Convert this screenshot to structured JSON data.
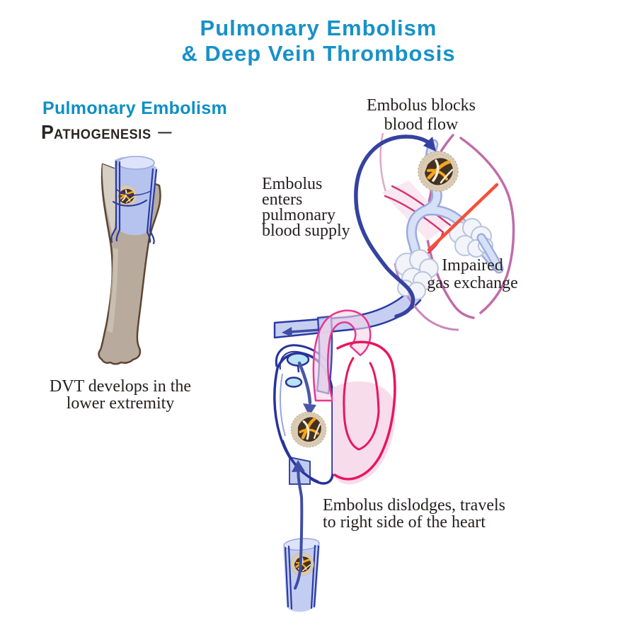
{
  "title": {
    "lines": [
      "Pulmonary Embolism",
      "& Deep Vein Thrombosis"
    ]
  },
  "section": {
    "heading": "Pulmonary Embolism",
    "subheading_initial": "P",
    "subheading_rest": "ATHOGENESIS",
    "subheading_dash": "—"
  },
  "labels": {
    "dvt": [
      "DVT develops in the",
      "lower extremity"
    ],
    "blocks": [
      "Embolus blocks",
      "blood flow"
    ],
    "enters": [
      "Embolus",
      "enters",
      "pulmonary",
      "blood supply"
    ],
    "impaired": [
      "Impaired",
      "gas exchange"
    ],
    "dislodges": [
      "Embolus dislodges, travels",
      "to right side of the heart"
    ]
  },
  "icons": {
    "embolus": "blood-clot-circle",
    "blocked_exchange": "red-slash",
    "flow_direction": "blue-arrow"
  },
  "colors": {
    "title_teal": "#1791c8",
    "heading_teal": "#0e8fc5",
    "text_dark": "#262020",
    "skin": "#b8aa9c",
    "skin_outline": "#5c4632",
    "vein_fill": "#b6c3ee",
    "vein_wall_blue": "#2b3aa3",
    "artery_dark_blue": "#35429f",
    "lung_outline_pink": "#c06ca9",
    "crimson": "#e8155f",
    "pale_pink": "#f7dcec",
    "alveoli_fill": "#f2f4fa",
    "red_slash": "#f4503a",
    "embolus_dark": "#453122",
    "embolus_yellow": "#f3a71d",
    "embolus_ring": "#dbcdb5",
    "valve_cyan": "#b8e4f5"
  }
}
